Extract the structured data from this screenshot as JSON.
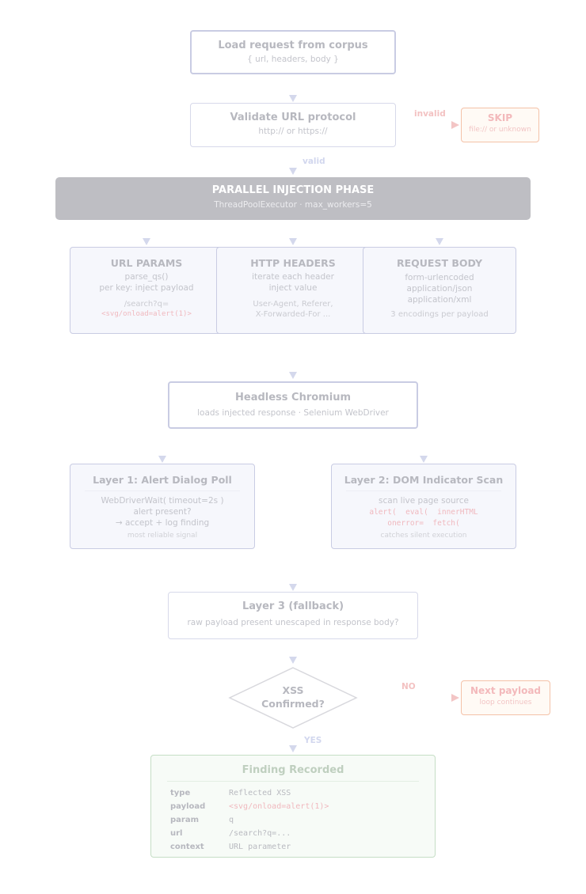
{
  "nodes": {
    "load": {
      "title": "Load request from corpus",
      "sub": "{ url, headers, body }"
    },
    "validate": {
      "title": "Validate URL protocol",
      "sub": "http:// or https://"
    },
    "skip": {
      "title": "SKIP",
      "sub": "file:// or unknown"
    },
    "parallel": {
      "title": "PARALLEL INJECTION PHASE",
      "sub": "ThreadPoolExecutor · max_workers=5"
    },
    "url_params": {
      "title": "URL PARAMS",
      "lines": [
        "parse_qs()",
        "per key: inject payload"
      ],
      "example": "/search?q=",
      "example_code": "<svg/onload=alert(1)>"
    },
    "http_headers": {
      "title": "HTTP HEADERS",
      "lines": [
        "iterate each header",
        "inject value"
      ],
      "example": "User-Agent, Referer,",
      "example2": "X-Forwarded-For ..."
    },
    "request_body": {
      "title": "REQUEST BODY",
      "lines": [
        "form-urlencoded",
        "application/json",
        "application/xml"
      ],
      "note": "3 encodings per payload"
    },
    "chromium": {
      "title": "Headless Chromium",
      "sub": "loads injected response · Selenium WebDriver"
    },
    "layer1": {
      "title": "Layer 1: Alert Dialog Poll",
      "lines": [
        "WebDriverWait( timeout=2s )",
        "alert present?",
        "→ accept + log finding"
      ],
      "note": "most reliable signal"
    },
    "layer2": {
      "title": "Layer 2: DOM Indicator Scan",
      "line": "scan live page source",
      "code1": "alert(  eval(  innerHTML",
      "code2": "onerror=  fetch(",
      "note": "catches silent execution"
    },
    "layer3": {
      "title": "Layer 3 (fallback)",
      "sub": "raw payload present unescaped in response body?"
    },
    "decision": {
      "line1": "XSS",
      "line2": "Confirmed?"
    },
    "next": {
      "title": "Next payload",
      "sub": "loop continues"
    },
    "finding": {
      "title": "Finding Recorded",
      "rows": [
        {
          "key": "type",
          "value": "Reflected XSS"
        },
        {
          "key": "payload",
          "value": "<svg/onload=alert(1)>"
        },
        {
          "key": "param",
          "value": "q"
        },
        {
          "key": "url",
          "value": "/search?q=..."
        },
        {
          "key": "context",
          "value": "URL parameter"
        }
      ]
    }
  },
  "edges": {
    "invalid": "invalid",
    "valid": "valid",
    "no": "NO",
    "yes": "YES"
  },
  "colors": {
    "blue_border": "#c9cce3",
    "gray_band": "#bebec3",
    "pink": "#f0b8be",
    "green_border": "#c6dec6"
  }
}
